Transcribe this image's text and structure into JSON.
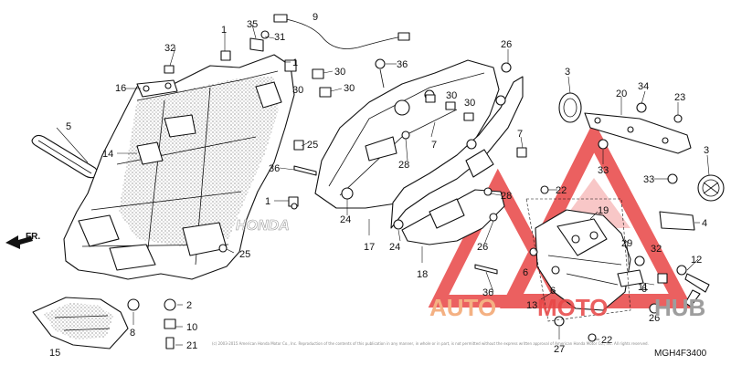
{
  "diagram": {
    "code": "MGH4F3400",
    "direction_label": "FR.",
    "copyright": "(c) 2003-2015 American Honda Motor Co., Inc. Reproduction of the contents of this publication in any manner, in whole or in part, is not permitted without the express written approval of American Honda Motor Co., Inc. All rights reserved.",
    "ghost_label": "HONDA"
  },
  "watermark": {
    "part1": "AUTO",
    "part2": "MOTO",
    "part3": "HUB",
    "colors": {
      "orange": "#f4b183",
      "red": "#e84545",
      "gray": "#9e9e9e"
    }
  },
  "callouts": [
    "1",
    "1",
    "1",
    "2",
    "3",
    "3",
    "4",
    "5",
    "6",
    "6",
    "6",
    "7",
    "7",
    "8",
    "9",
    "10",
    "11",
    "12",
    "13",
    "14",
    "15",
    "16",
    "17",
    "18",
    "19",
    "20",
    "21",
    "22",
    "22",
    "23",
    "24",
    "24",
    "25",
    "25",
    "26",
    "26",
    "26",
    "27",
    "28",
    "28",
    "29",
    "30",
    "30",
    "30",
    "30",
    "30",
    "31",
    "32",
    "32",
    "33",
    "33",
    "34",
    "35",
    "36",
    "36",
    "36"
  ]
}
